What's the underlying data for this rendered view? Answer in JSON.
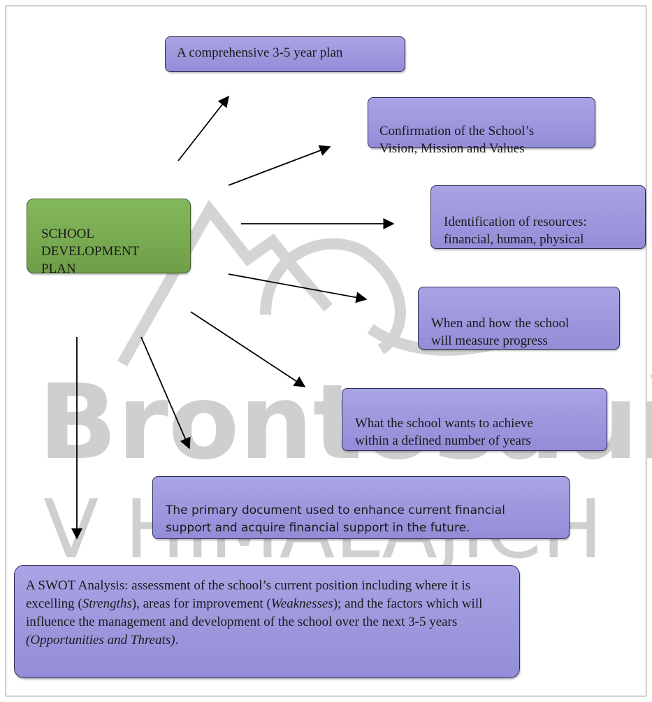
{
  "watermark": {
    "line1": "Brontosauři",
    "line2": "V HIMÁLAJÍCH"
  },
  "center": {
    "label": "SCHOOL\nDEVELOPMENT\nPLAN"
  },
  "nodes": {
    "plan": "A comprehensive 3-5 year plan",
    "vision": "Confirmation of the School’s\nVision, Mission and Values",
    "resources": "Identification of resources:\nfinancial, human, physical",
    "progress": "When and how the school\nwill measure progress",
    "achieve": "What the school wants to achieve\nwithin a defined number of years",
    "document": "The primary document used to enhance current financial\nsupport and acquire financial support in the future.",
    "swot": {
      "part1": "A SWOT Analysis: assessment of the school’s current position including where it is excelling (",
      "strengths": "Strengths",
      "part2": "), areas for improvement (",
      "weaknesses": "Weaknesses",
      "part3": "); and the factors which will influence the management and development of the school over the next 3-5 years ",
      "opportunities": "(Opportunities and Threats)",
      "part4": "."
    }
  },
  "colors": {
    "box_fill": "#9f99de",
    "center_fill": "#7aab52",
    "arrow": "#000000",
    "watermark": "#cfcfcf"
  }
}
